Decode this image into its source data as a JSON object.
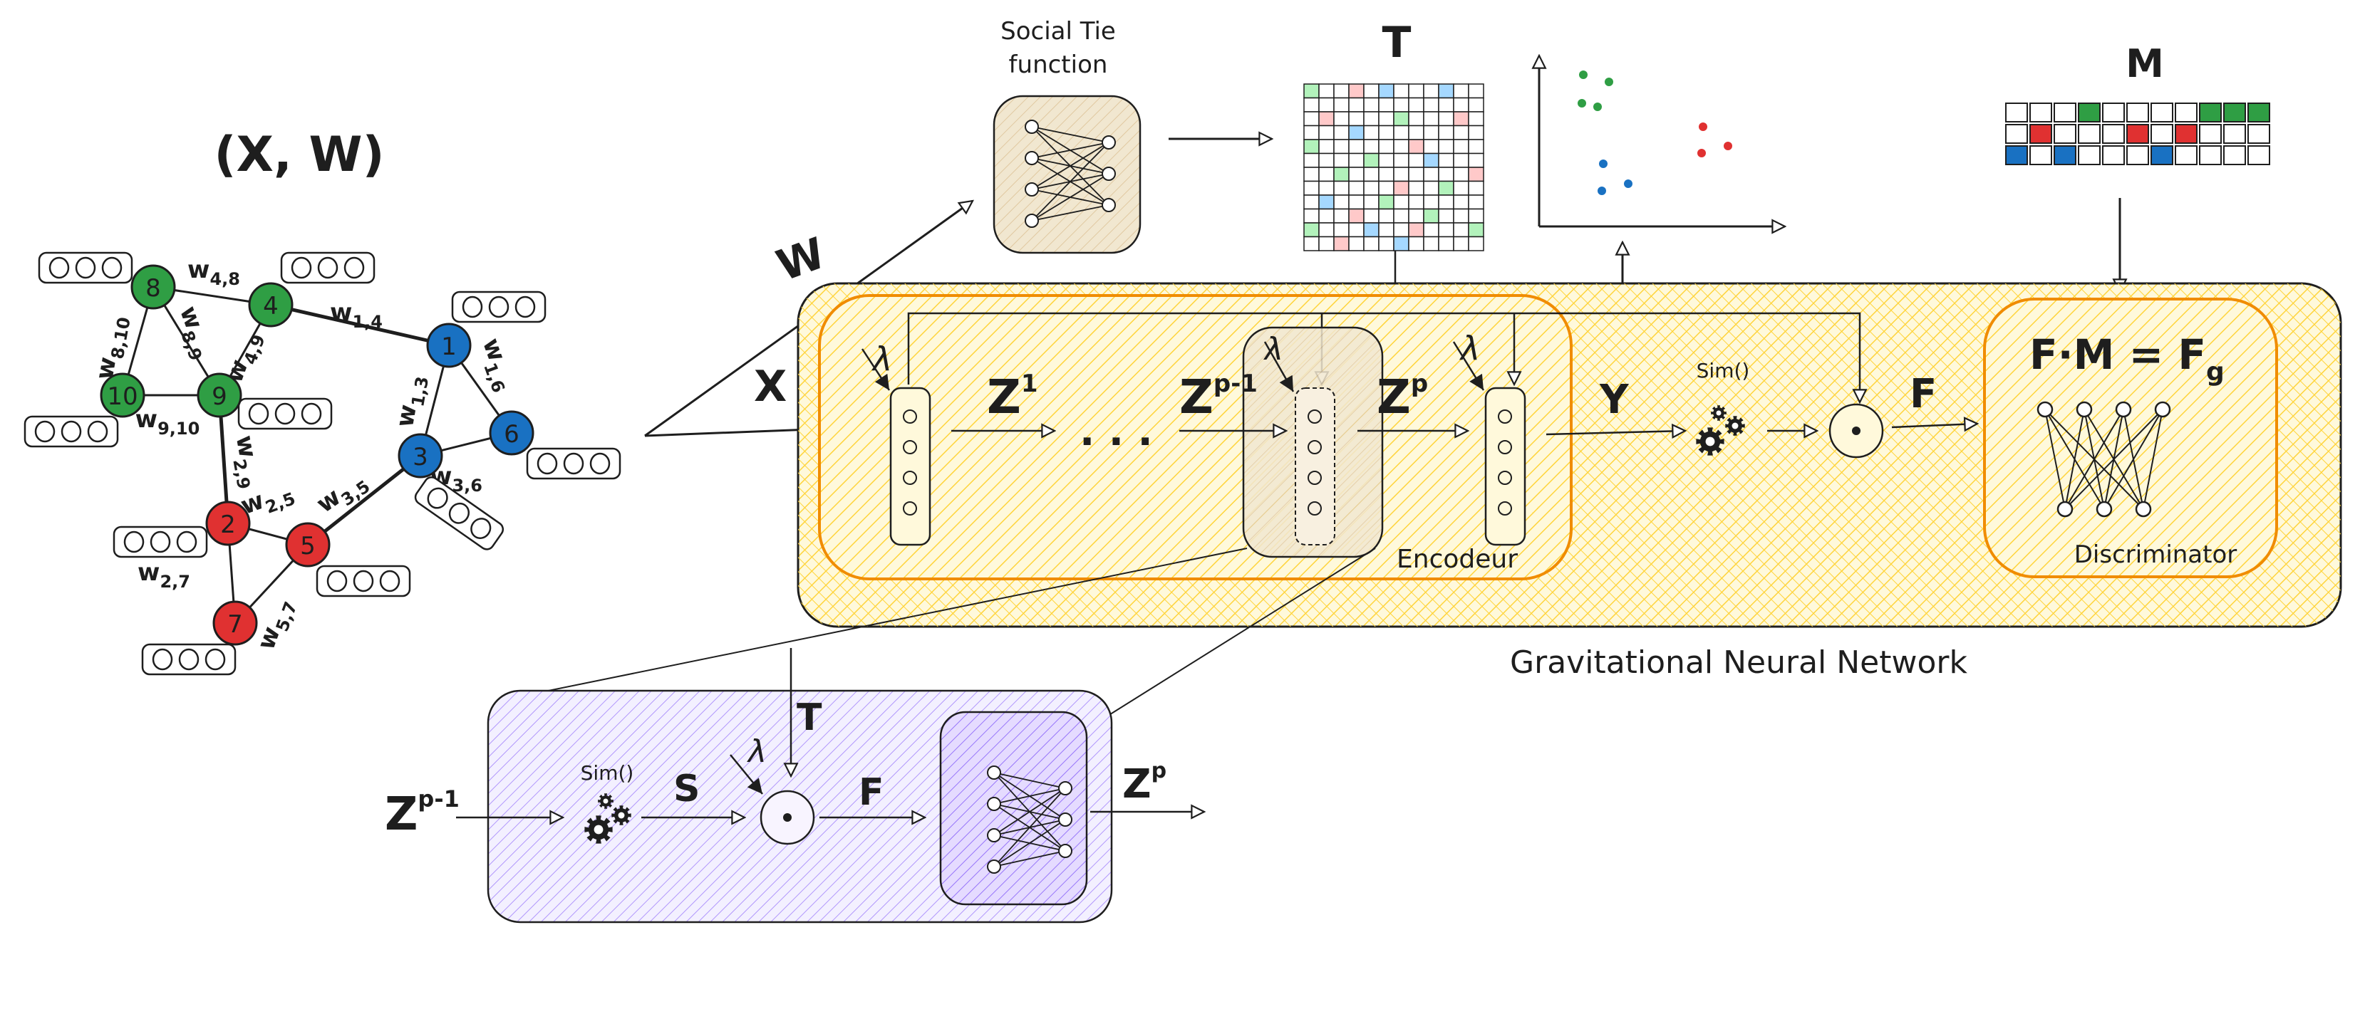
{
  "graph": {
    "title": "(X, W)",
    "nodes": [
      {
        "id": "1",
        "label": "1",
        "color": "blue"
      },
      {
        "id": "2",
        "label": "2",
        "color": "red"
      },
      {
        "id": "3",
        "label": "3",
        "color": "blue"
      },
      {
        "id": "4",
        "label": "4",
        "color": "green"
      },
      {
        "id": "5",
        "label": "5",
        "color": "red"
      },
      {
        "id": "6",
        "label": "6",
        "color": "blue"
      },
      {
        "id": "7",
        "label": "7",
        "color": "red"
      },
      {
        "id": "8",
        "label": "8",
        "color": "green"
      },
      {
        "id": "9",
        "label": "9",
        "color": "green"
      },
      {
        "id": "10",
        "label": "10",
        "color": "green"
      }
    ],
    "edges": [
      {
        "a": "8",
        "b": "4",
        "w": "w",
        "sub": "4,8"
      },
      {
        "a": "4",
        "b": "1",
        "w": "w",
        "sub": "1,4"
      },
      {
        "a": "8",
        "b": "10",
        "w": "w",
        "sub": "8,10"
      },
      {
        "a": "8",
        "b": "9",
        "w": "w",
        "sub": "8,9"
      },
      {
        "a": "4",
        "b": "9",
        "w": "w",
        "sub": "4,9"
      },
      {
        "a": "10",
        "b": "9",
        "w": "w",
        "sub": "9,10"
      },
      {
        "a": "1",
        "b": "3",
        "w": "w",
        "sub": "1,3"
      },
      {
        "a": "1",
        "b": "6",
        "w": "w",
        "sub": "1,6"
      },
      {
        "a": "3",
        "b": "6",
        "w": "w",
        "sub": "3,6"
      },
      {
        "a": "9",
        "b": "2",
        "w": "w",
        "sub": "2,9"
      },
      {
        "a": "2",
        "b": "5",
        "w": "w",
        "sub": "2,5"
      },
      {
        "a": "3",
        "b": "5",
        "w": "w",
        "sub": "3,5"
      },
      {
        "a": "2",
        "b": "7",
        "w": "w",
        "sub": "2,7"
      },
      {
        "a": "5",
        "b": "7",
        "w": "w",
        "sub": "5,7"
      }
    ]
  },
  "colors": {
    "green": "#2f9e44",
    "red": "#e03131",
    "blue": "#1971c2",
    "yellow_fill": "#ffec99",
    "orange_border": "#f08c00",
    "purple_fill": "#d0bfff",
    "ink": "#1e1e1e",
    "pink": "#ffc9c9",
    "lightgreen": "#b2f2bb",
    "lightblue": "#a5d8ff"
  },
  "labels": {
    "W": "W",
    "X": "X",
    "social_tie_line1": "Social Tie",
    "social_tie_line2": "function",
    "T": "T",
    "M": "M",
    "Y": "Y",
    "F": "F",
    "Z1_base": "Z",
    "Z1_sup": "1",
    "dots": ". . .",
    "Zp1_base": "Z",
    "Zp1_sup": "p-1",
    "Zp_base": "Z",
    "Zp_sup": "p",
    "lambda": "λ",
    "sim": "Sim()",
    "encoder": "Encodeur",
    "discriminator": "Discriminator",
    "fm_eq_a": "F·M = F",
    "fm_eq_sub": "g",
    "gnn": "Gravitational Neural Network",
    "S": "S"
  }
}
